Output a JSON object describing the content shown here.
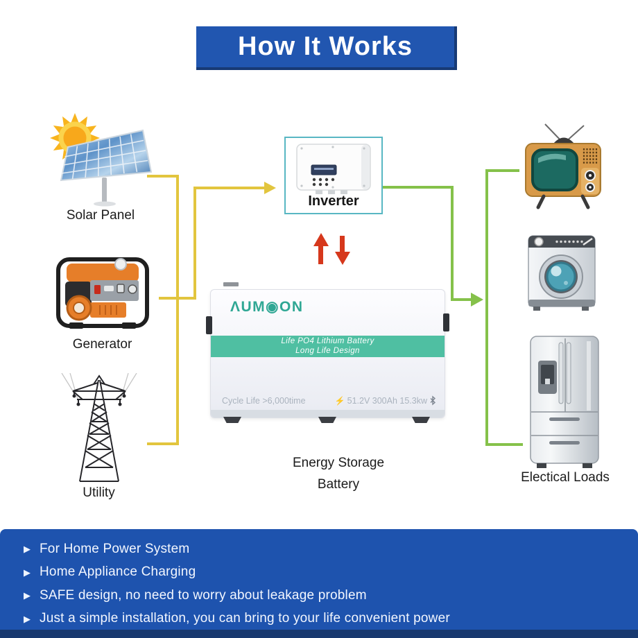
{
  "title": "How It Works",
  "colors": {
    "banner_blue": "#2156b0",
    "panel_blue": "#1e53ae",
    "line_yellow": "#e2c53e",
    "line_green": "#85c14a",
    "arrow_red": "#d6381c",
    "inverter_border": "#58b7c3",
    "battery_band_teal": "#4fbfa2",
    "brand_teal": "#2fa794"
  },
  "nodes": {
    "solar_panel": {
      "label": "Solar Panel"
    },
    "generator": {
      "label": "Generator"
    },
    "utility": {
      "label": "Utility"
    },
    "inverter": {
      "label": "Inverter"
    },
    "battery": {
      "brand": "ΛUM◉ON",
      "band_line1": "Life PO4 Lithium Battery",
      "band_line2": "Long Life Design",
      "cycle_life": "Cycle Life >6,000time",
      "lightning": "⚡",
      "specs": "51.2V 300Ah 15.3kw",
      "label_line1": "Energy Storage",
      "label_line2": "Battery"
    },
    "electrical_loads": {
      "label": "Electical Loads"
    }
  },
  "features": {
    "bullet": "▶",
    "items": [
      "For Home Power System",
      "Home Appliance Charging",
      "SAFE design, no need to worry about leakage problem",
      "Just a simple installation, you can bring to your life convenient power"
    ]
  }
}
